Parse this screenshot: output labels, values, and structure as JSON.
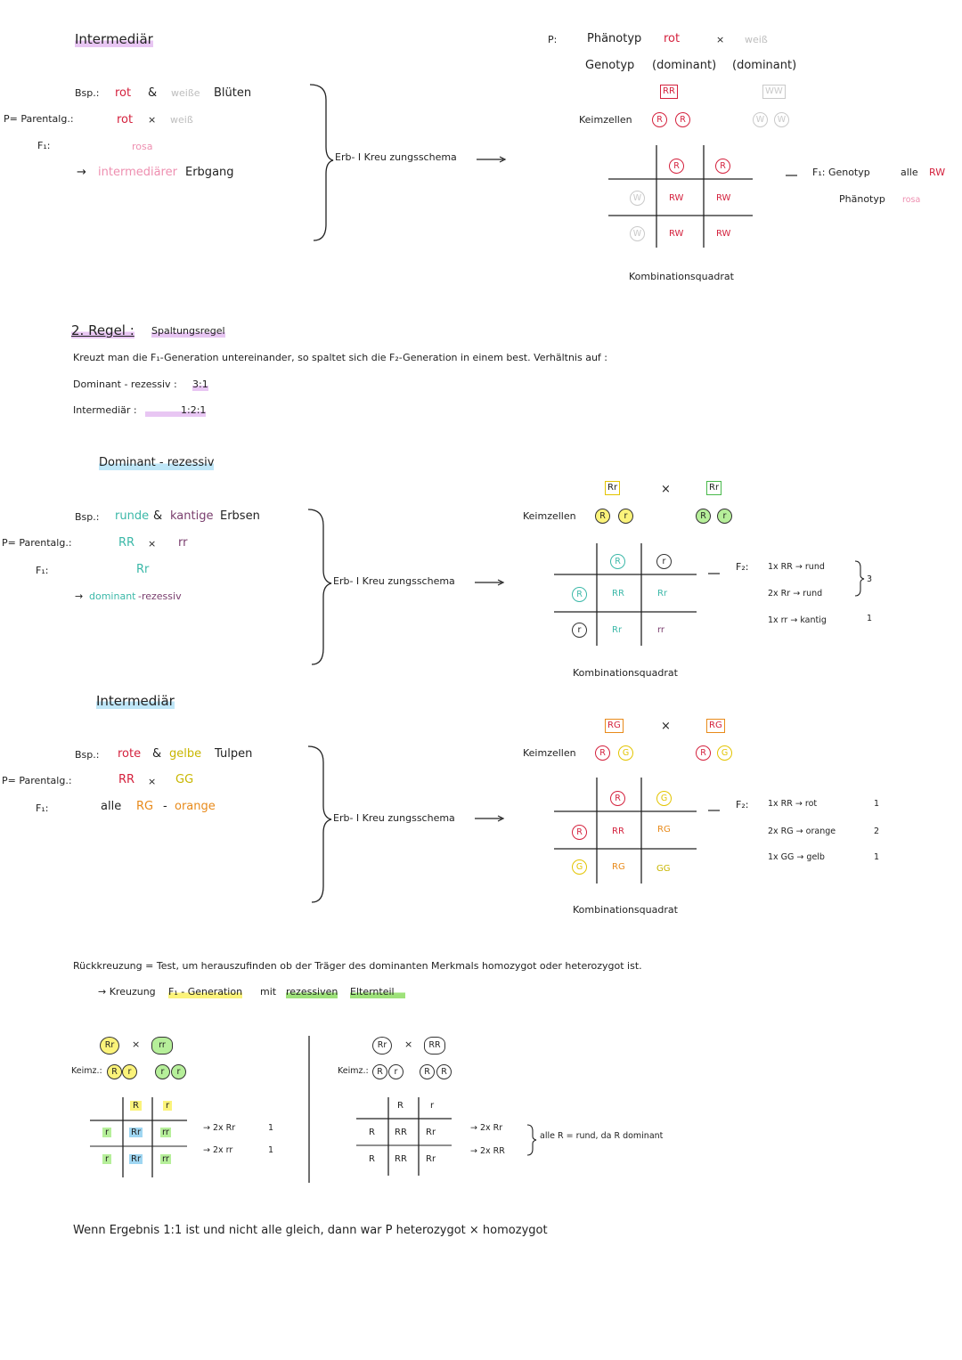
{
  "s1": {
    "title": "Intermediär",
    "bsp": "Bsp.:",
    "rot": "rot",
    "und": "&",
    "weisse": "weiße",
    "blueten": "Blüten",
    "parental": "P= Parentalg.:",
    "rot2": "rot",
    "x": "×",
    "weiss": "weiß",
    "f1": "F₁:",
    "rosa": "rosa",
    "arrow": "→",
    "intermediaerer": "intermediärer",
    "erbgang": "Erbgang",
    "schema": "Erb- I Kreu zungsschema",
    "P": "P:",
    "phaenotyp": "Phänotyp",
    "genotyp": "Genotyp",
    "rot3": "rot",
    "weiss2": "weiß",
    "dominant1": "(dominant)",
    "dominant2": "(dominant)",
    "RR": "RR",
    "WW": "WW",
    "keimzellen": "Keimzellen",
    "R": "R",
    "W": "W",
    "cellRW": "RW",
    "kombi": "Kombinationsquadrat",
    "f1result": "F₁: Genotyp",
    "alle": "alle",
    "RW": "RW",
    "phaenotyp2": "Phänotyp",
    "rosa2": "rosa"
  },
  "s2": {
    "regel": "2. Regel :",
    "spaltung": "Spaltungsregel",
    "text": "Kreuzt man die F₁-Generation untereinander, so spaltet sich die F₂-Generation in einem best. Verhältnis auf :",
    "domrez": "Dominant - rezessiv :",
    "ratio1": "3:1",
    "inter": "Intermediär :",
    "ratio2": "1:2:1"
  },
  "s3": {
    "title": "Dominant - rezessiv",
    "bsp": "Bsp.:",
    "runde": "runde",
    "und": "&",
    "kantige": "kantige",
    "erbsen": "Erbsen",
    "parental": "P= Parentalg.:",
    "RR": "RR",
    "x": "×",
    "rr": "rr",
    "f1": "F₁:",
    "Rr": "Rr",
    "arrow": "→",
    "dominant": "dominant",
    "rezessiv": "-rezessiv",
    "schema": "Erb- I Kreu zungsschema",
    "keimzellen": "Keimzellen",
    "R": "R",
    "r": "r",
    "cRR": "RR",
    "cRr": "Rr",
    "cRr2": "Rr",
    "crr": "rr",
    "kombi": "Kombinationsquadrat",
    "f2": "F₂:",
    "l1": "1x RR → rund",
    "l2": "2x Rr → rund",
    "l3": "1x rr → kantig",
    "three": "3",
    "one": "1"
  },
  "s4": {
    "title": "Intermediär",
    "bsp": "Bsp.:",
    "rote": "rote",
    "und": "&",
    "gelbe": "gelbe",
    "tulpen": "Tulpen",
    "parental": "P= Parentalg.:",
    "RR": "RR",
    "x": "×",
    "GG": "GG",
    "f1": "F₁:",
    "alle": "alle",
    "RG": "RG",
    "dash": "-",
    "orange": "orange",
    "schema": "Erb- I Kreu zungsschema",
    "keimzellen": "Keimzellen",
    "R": "R",
    "G": "G",
    "cRR": "RR",
    "cRG": "RG",
    "cGG": "GG",
    "kombi": "Kombinationsquadrat",
    "f2": "F₂:",
    "l1": "1x RR → rot",
    "l2": "2x RG → orange",
    "l3": "1x GG → gelb",
    "r1": "1",
    "r2": "2",
    "r3": "1"
  },
  "s5": {
    "rueck": "Rückkreuzung = Test, um herauszufinden ob der Träger des dominanten Merkmals homozygot oder heterozygot ist.",
    "arrow": "→ Kreuzung",
    "f1gen": "F₁ - Generation",
    "mit": "mit",
    "rez": "rezessiven",
    "eltern": "Elternteil",
    "Rr": "Rr",
    "x": "×",
    "rr": "rr",
    "RR": "RR",
    "keimz": "Keimz.:",
    "R": "R",
    "r": "r",
    "res1a": "→ 2x Rr",
    "res1b": "→ 2x rr",
    "one": "1",
    "res2a": "→ 2x Rr",
    "res2b": "→ 2x RR",
    "alleR": "alle R = rund, da R dominant",
    "wenn": "Wenn Ergebnis 1:1 ist und nicht alle gleich, dann war P heterozygot × homozygot"
  },
  "colors": {
    "red": "#d4213d",
    "pink": "#e0578a",
    "teal": "#3bb8a8",
    "purple": "#7a3e6e",
    "yellow": "#e3c400",
    "green": "#48b94a",
    "highlight_purple": "#e8c6f3",
    "highlight_blue": "#bfe6f7",
    "highlight_green": "#9ee27a"
  }
}
